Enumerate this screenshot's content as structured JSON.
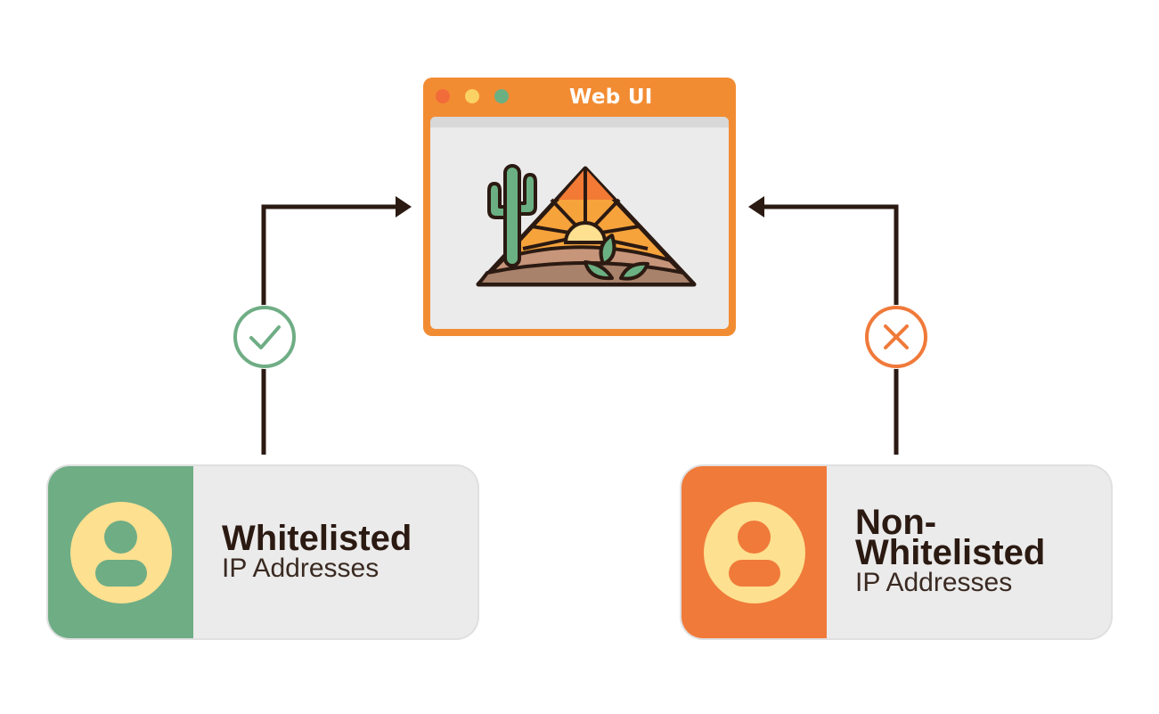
{
  "web_ui": {
    "title": "Web UI",
    "window_dots": [
      "#f26b3a",
      "#fbd264",
      "#6bb082"
    ]
  },
  "whitelisted": {
    "title": "Whitelisted",
    "subtitle": "IP Addresses",
    "status_icon": "check-icon",
    "color": "#6fad85"
  },
  "non_whitelisted": {
    "title": "Non-\nWhitelisted",
    "subtitle": "IP Addresses",
    "status_icon": "cross-icon",
    "color": "#f07a3a"
  },
  "colors": {
    "accent_orange": "#f28c33",
    "line": "#2b1a12",
    "avatar_fill": "#fde090"
  }
}
